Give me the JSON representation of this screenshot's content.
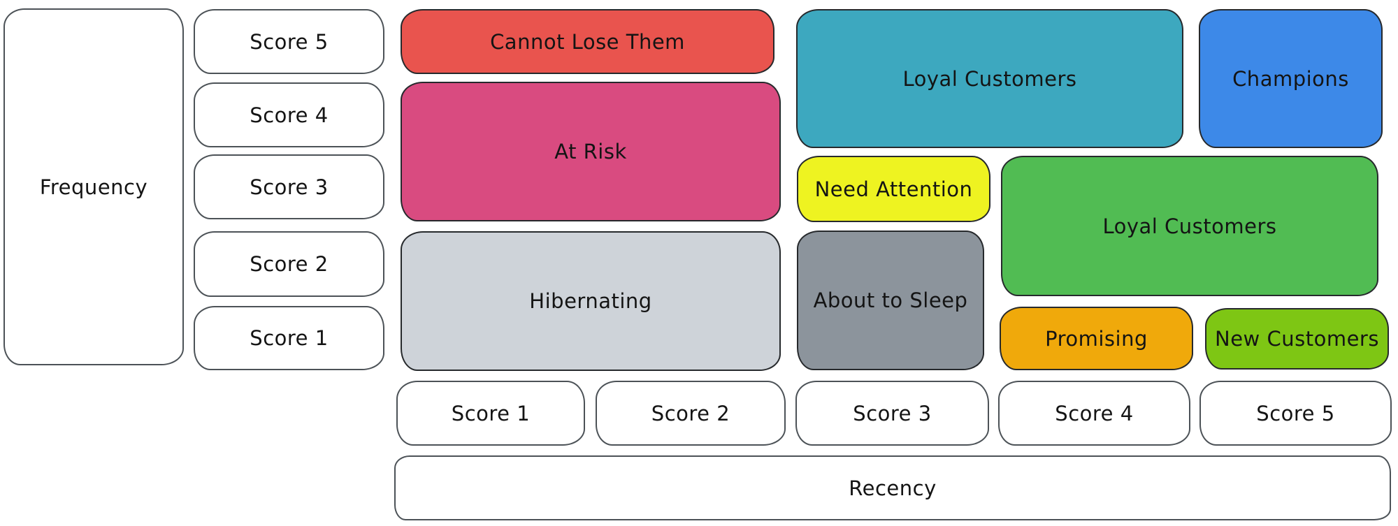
{
  "frequency_axis": {
    "label": "Frequency"
  },
  "recency_axis": {
    "label": "Recency"
  },
  "frequency_scores": [
    "Score 5",
    "Score 4",
    "Score 3",
    "Score 2",
    "Score 1"
  ],
  "recency_scores": [
    "Score 1",
    "Score 2",
    "Score 3",
    "Score 4",
    "Score 5"
  ],
  "segments": [
    {
      "name": "cannot-lose-them",
      "label": "Cannot Lose Them",
      "color": "#e9544e"
    },
    {
      "name": "at-risk",
      "label": "At Risk",
      "color": "#d94b80"
    },
    {
      "name": "hibernating",
      "label": "Hibernating",
      "color": "#ced3d9"
    },
    {
      "name": "loyal-customers-top",
      "label": "Loyal Customers",
      "color": "#3da8bf"
    },
    {
      "name": "champions",
      "label": "Champions",
      "color": "#3d89e8"
    },
    {
      "name": "need-attention",
      "label": "Need Attention",
      "color": "#eef321"
    },
    {
      "name": "loyal-customers-mid",
      "label": "Loyal Customers",
      "color": "#51bc53"
    },
    {
      "name": "about-to-sleep",
      "label": "About to Sleep",
      "color": "#8c949c"
    },
    {
      "name": "promising",
      "label": "Promising",
      "color": "#f0a90b"
    },
    {
      "name": "new-customers",
      "label": "New Customers",
      "color": "#7ec614"
    }
  ],
  "text_color": "#141414"
}
